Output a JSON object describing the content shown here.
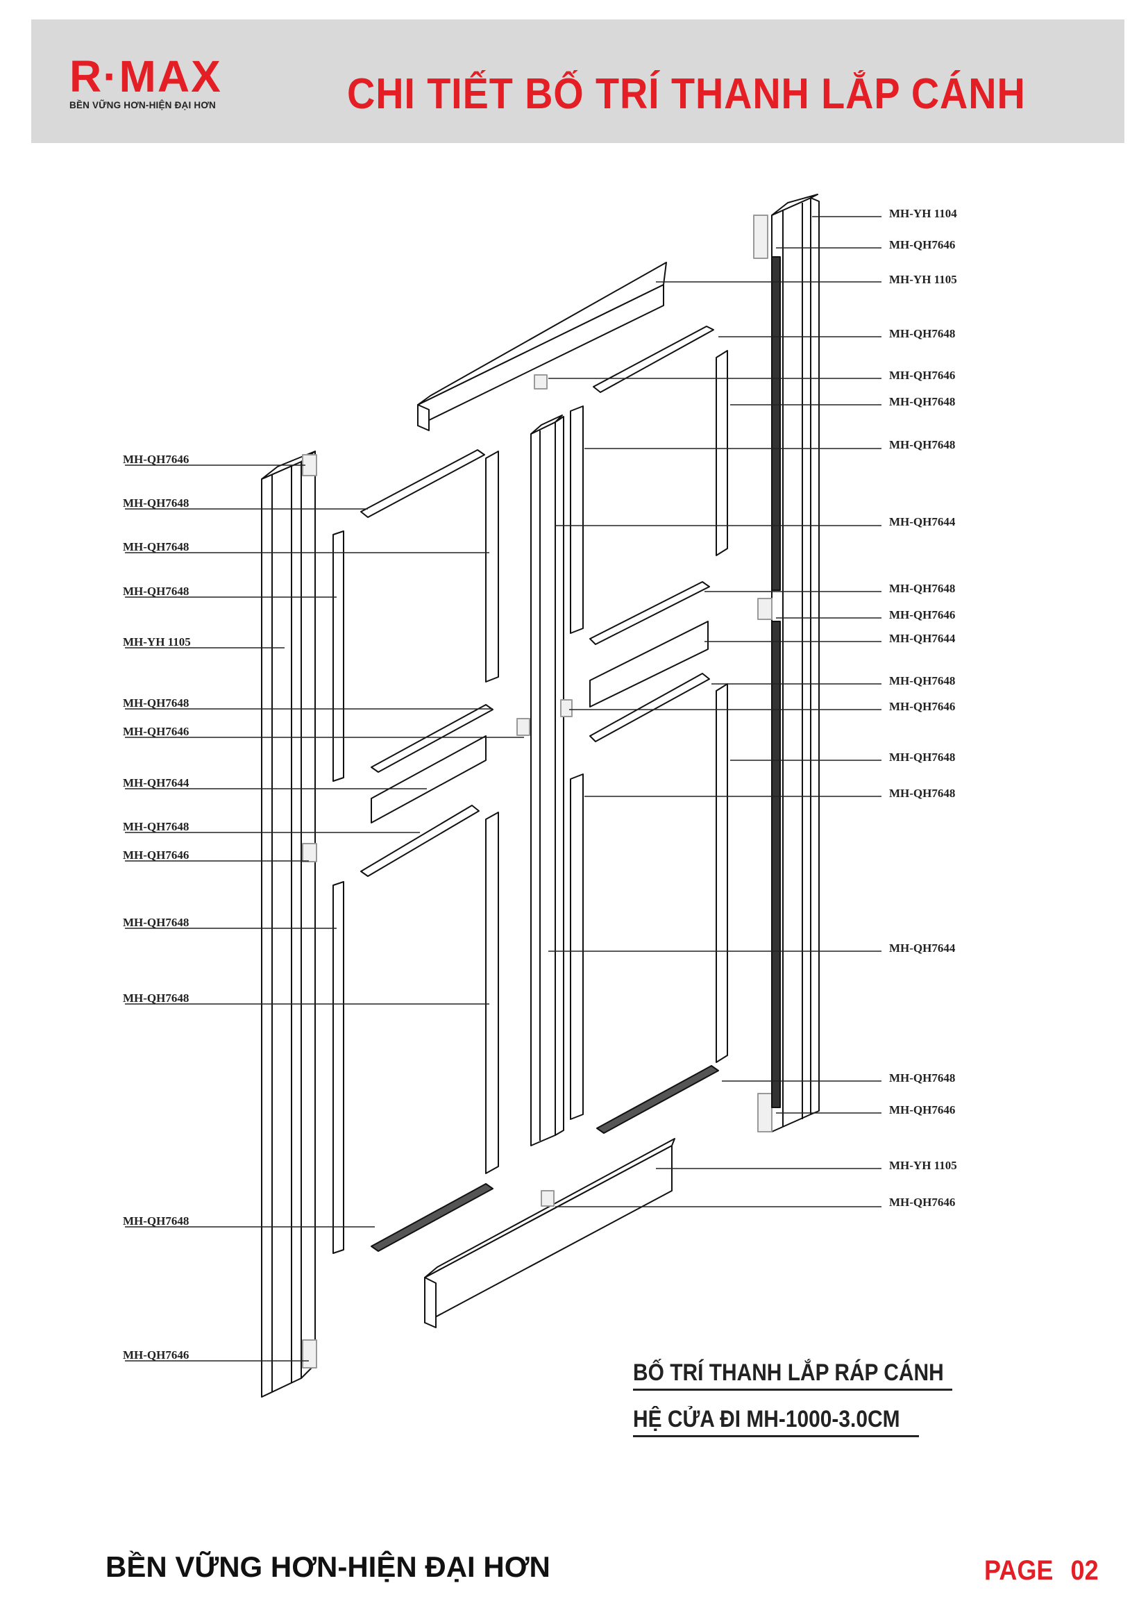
{
  "header": {
    "logo": "R·MAX",
    "tagline": "BỀN VỮNG HƠN-HIỆN ĐẠI HƠN",
    "title": "CHI TIẾT BỐ TRÍ THANH LẮP CÁNH",
    "accent_color": "#e31e24",
    "band_color": "#d9d9d9"
  },
  "labels_right": [
    "MH-YH 1104",
    "MH-QH7646",
    "MH-YH 1105",
    "MH-QH7648",
    "MH-QH7646",
    "MH-QH7648",
    "MH-QH7648",
    "MH-QH7644",
    "MH-QH7648",
    "MH-QH7646",
    "MH-QH7644",
    "MH-QH7648",
    "MH-QH7646",
    "MH-QH7648",
    "MH-QH7648",
    "MH-QH7644",
    "MH-QH7648",
    "MH-QH7646",
    "MH-YH 1105",
    "MH-QH7646"
  ],
  "labels_left": [
    "MH-QH7646",
    "MH-QH7648",
    "MH-QH7648",
    "MH-QH7648",
    "MH-YH 1105",
    "MH-QH7648",
    "MH-QH7646",
    "MH-QH7644",
    "MH-QH7648",
    "MH-QH7646",
    "MH-QH7648",
    "MH-QH7648",
    "MH-QH7648",
    "MH-QH7646"
  ],
  "caption": {
    "line1": "BỐ TRÍ THANH LẮP RÁP CÁNH",
    "line2": "HỆ CỬA ĐI MH-1000-3.0CM"
  },
  "footer": {
    "slogan": "BỀN VỮNG HƠN-HIỆN ĐẠI HƠN",
    "page_label": "PAGE",
    "page_number": "02"
  }
}
